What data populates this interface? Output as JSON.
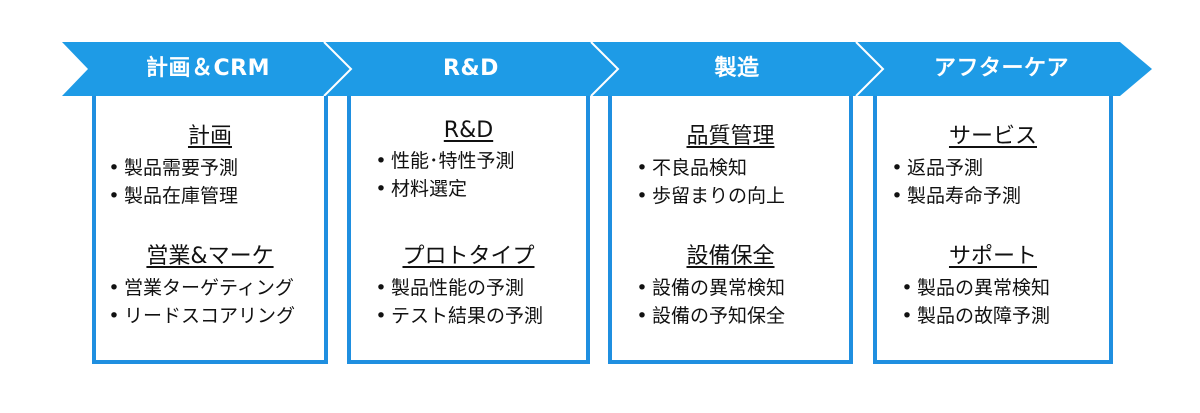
{
  "colors": {
    "banner": "#1E9BE6",
    "border": "#1F8FE0",
    "title_text": "#FFFFFF",
    "body_text": "#111111"
  },
  "stages": [
    {
      "title": "計画＆CRM",
      "groups": [
        {
          "heading": "計画",
          "items": [
            "製品需要予測",
            "製品在庫管理"
          ]
        },
        {
          "heading": "営業&マーケ",
          "items": [
            "営業ターゲティング",
            "リードスコアリング"
          ]
        }
      ]
    },
    {
      "title": "R&D",
      "groups": [
        {
          "heading": "R&D",
          "items": [
            "性能･特性予測",
            "材料選定"
          ]
        },
        {
          "heading": "プロトタイプ",
          "items": [
            "製品性能の予測",
            "テスト結果の予測"
          ]
        }
      ]
    },
    {
      "title": "製造",
      "groups": [
        {
          "heading": "品質管理",
          "items": [
            "不良品検知",
            "歩留まりの向上"
          ]
        },
        {
          "heading": "設備保全",
          "items": [
            "設備の異常検知",
            "設備の予知保全"
          ]
        }
      ]
    },
    {
      "title": "アフターケア",
      "groups": [
        {
          "heading": "サービス",
          "items": [
            "返品予測",
            "製品寿命予測"
          ]
        },
        {
          "heading": "サポート",
          "items": [
            "製品の異常検知",
            "製品の故障予測"
          ]
        }
      ]
    }
  ]
}
